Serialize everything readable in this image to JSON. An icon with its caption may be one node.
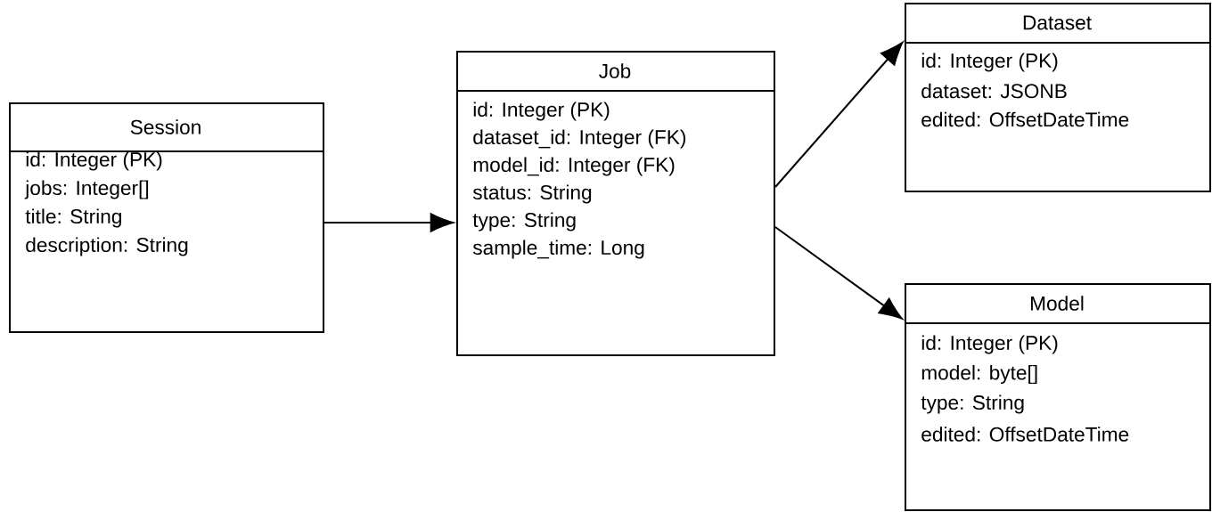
{
  "diagram": {
    "nodes": [
      {
        "text": [
          "Session",
          "id: Integer (PK)",
          "jobs: Integer[]",
          "title: String",
          "description: String"
        ]
      },
      {
        "text": [
          "Job",
          "id: Integer (PK)",
          "dataset_id: Integer (FK)",
          "model_id: Integer (FK)",
          "status: String",
          "type: String",
          "sample_time: Long"
        ]
      },
      {
        "text": [
          "Dataset",
          "id: Integer (PK)",
          "dataset: JSONB",
          "edited: OffsetDateTime"
        ]
      },
      {
        "text": [
          "Model",
          "id: Integer (PK)",
          "model: byte[]",
          "type: String",
          "edited: OffsetDateTime"
        ]
      }
    ],
    "edges": [
      {
        "from": 0,
        "to": 1,
        "arrow": "to"
      },
      {
        "from": 1,
        "to": 2,
        "arrow": "to"
      },
      {
        "from": 1,
        "to": 3,
        "arrow": "to"
      }
    ]
  }
}
